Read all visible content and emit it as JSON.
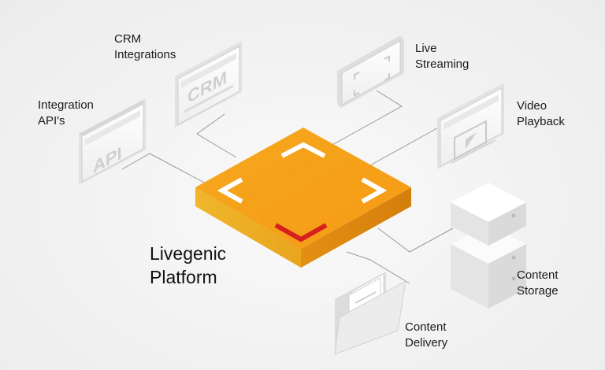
{
  "platform": {
    "line1": "Livegenic",
    "line2": "Platform"
  },
  "nodes": {
    "crm": {
      "line1": "CRM",
      "line2": "Integrations",
      "icon_text": "CRM"
    },
    "api": {
      "line1": "Integration",
      "line2": "API's",
      "icon_text": "API"
    },
    "live": {
      "line1": "Live",
      "line2": "Streaming"
    },
    "video": {
      "line1": "Video",
      "line2": "Playback"
    },
    "storage": {
      "line1": "Content",
      "line2": "Storage"
    },
    "delivery": {
      "line1": "Content",
      "line2": "Delivery"
    }
  },
  "colors": {
    "platform_top": "#f6a31a",
    "platform_side": "#e08a10",
    "accent_red": "#d62020",
    "icon_stroke": "#c9c9c9",
    "connector": "#9a9a9a"
  }
}
